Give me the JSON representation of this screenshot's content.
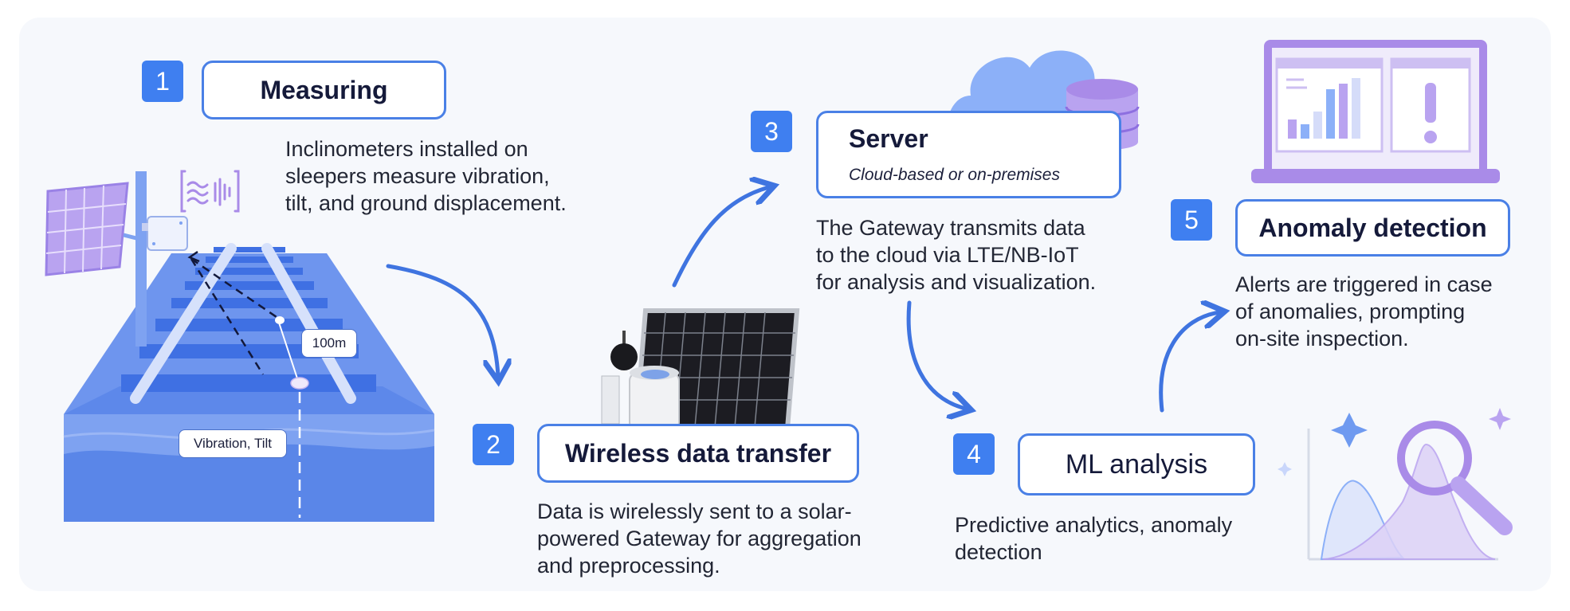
{
  "steps": [
    {
      "number": "1",
      "title": "Measuring",
      "description": [
        "Inclinometers installed on",
        "sleepers measure vibration,",
        "tilt, and ground displacement."
      ]
    },
    {
      "number": "2",
      "title": "Wireless data transfer",
      "description": [
        "Data is wirelessly sent to a solar-",
        "powered Gateway for aggregation",
        "and preprocessing."
      ]
    },
    {
      "number": "3",
      "title": "Server",
      "subtitle": "Cloud-based or on-premises",
      "description": [
        "The Gateway transmits data",
        "to the cloud via LTE/NB-IoT",
        "for analysis and visualization."
      ]
    },
    {
      "number": "4",
      "title": "ML analysis",
      "description": [
        "Predictive analytics, anomaly",
        "detection"
      ]
    },
    {
      "number": "5",
      "title": "Anomaly detection",
      "description": [
        "Alerts are triggered in case",
        "of anomalies, prompting",
        "on-site inspection."
      ]
    }
  ],
  "labels": {
    "distance": "100m",
    "vibration": "Vibration, Tilt"
  },
  "colors": {
    "accent": "#3f7ff0",
    "track": "#5b86e8",
    "purple": "#a98be8",
    "panel": "#f6f8fc"
  },
  "icons": [
    "solar-panel-icon",
    "sensor-icon",
    "vibration-signal-icon",
    "gateway-device-icon",
    "cloud-icon",
    "database-icon",
    "laptop-dashboard-icon",
    "alert-icon",
    "magnifier-icon",
    "sparkle-icon"
  ]
}
